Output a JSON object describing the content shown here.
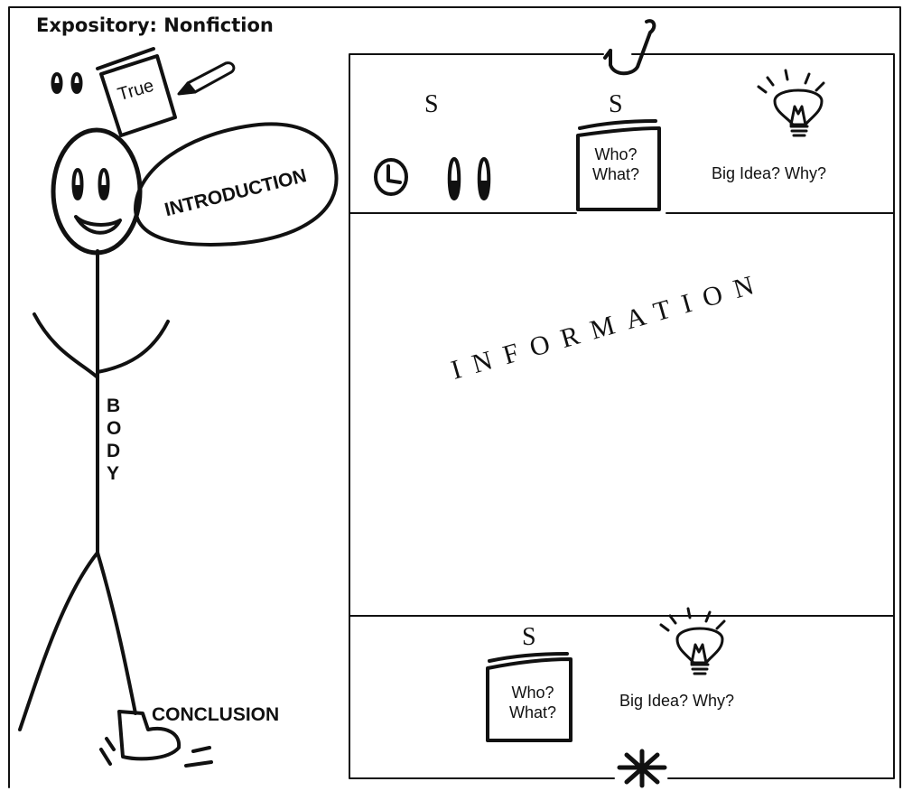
{
  "title": "Expository: Nonfiction",
  "stick_figure": {
    "book_label": "True",
    "head_bubble_label": "INTRODUCTION",
    "body_letters": [
      "B",
      "O",
      "D",
      "Y"
    ],
    "foot_label": "CONCLUSION"
  },
  "panel": {
    "top": {
      "s_left": "S",
      "s_right": "S",
      "book_lines": [
        "Who?",
        "What?"
      ],
      "big_idea": "Big Idea? Why?"
    },
    "middle": {
      "information": "INFORMATION"
    },
    "bottom": {
      "s_label": "S",
      "book_lines": [
        "Who?",
        "What?"
      ],
      "big_idea": "Big Idea? Why?"
    }
  },
  "icons": [
    "hook-icon",
    "clock-icon",
    "eyes-icon",
    "lightbulb-icon",
    "pencil-icon",
    "book-icon",
    "star-icon",
    "shoe-icon"
  ]
}
